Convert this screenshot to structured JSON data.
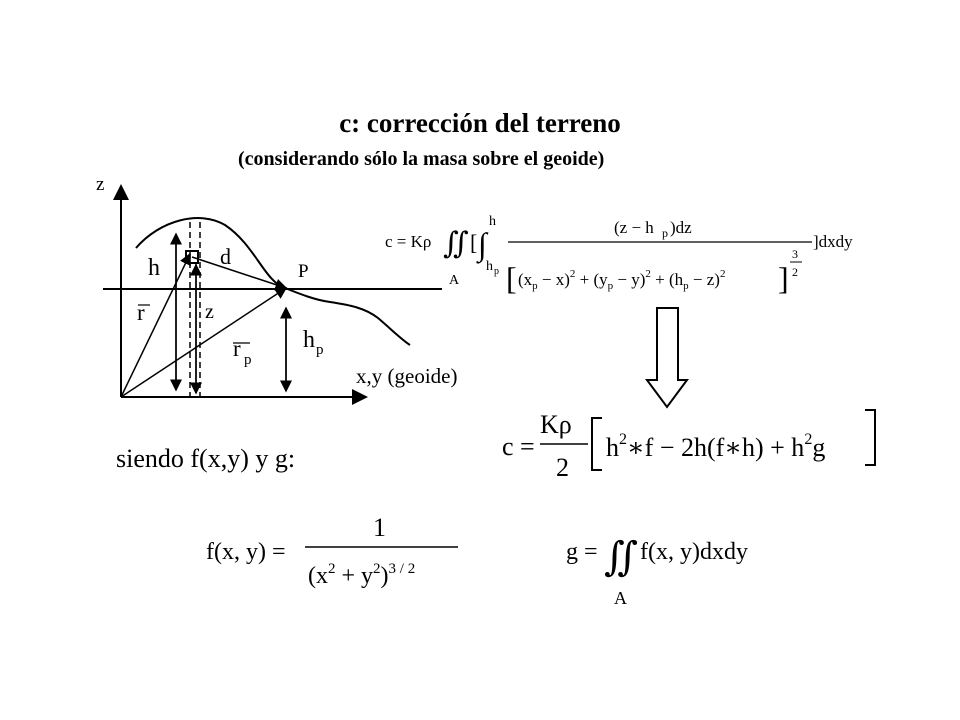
{
  "title": "c: corrección del terreno",
  "subtitle": "(considerando sólo la masa sobre el geoide)",
  "caption": "siendo  f(x,y)  y  g:",
  "diagram": {
    "axis_z": "z",
    "axis_xy": "x,y (geoide)",
    "h": "h",
    "d": "d",
    "P": "P",
    "r": "r",
    "z": "z",
    "rp": "r",
    "rp_sub": "p",
    "hp": "h",
    "hp_sub": "p"
  },
  "eq_c_integral": {
    "lhs": "c = Kρ",
    "domain": "A",
    "upper": "h",
    "lower": "h",
    "lower_sub": "p",
    "numerator": "(z − h",
    "numerator_sub": "p",
    "numerator_tail": ")dz",
    "denominator": "(x",
    "tail": "]dxdy",
    "exponent_num": "3",
    "exponent_den": "2"
  },
  "eq_c_simplified": {
    "lhs": "c =",
    "frac_num": "Kρ",
    "frac_den": "2",
    "body": "h²∗f − 2h(f∗h) + h²g"
  },
  "eq_f": {
    "lhs": "f(x, y) =",
    "numerator": "1",
    "denominator": "(x² + y²)³ᐟ²"
  },
  "eq_g": {
    "lhs": "g =",
    "integrand": "f(x, y)dxdy",
    "domain": "A"
  }
}
